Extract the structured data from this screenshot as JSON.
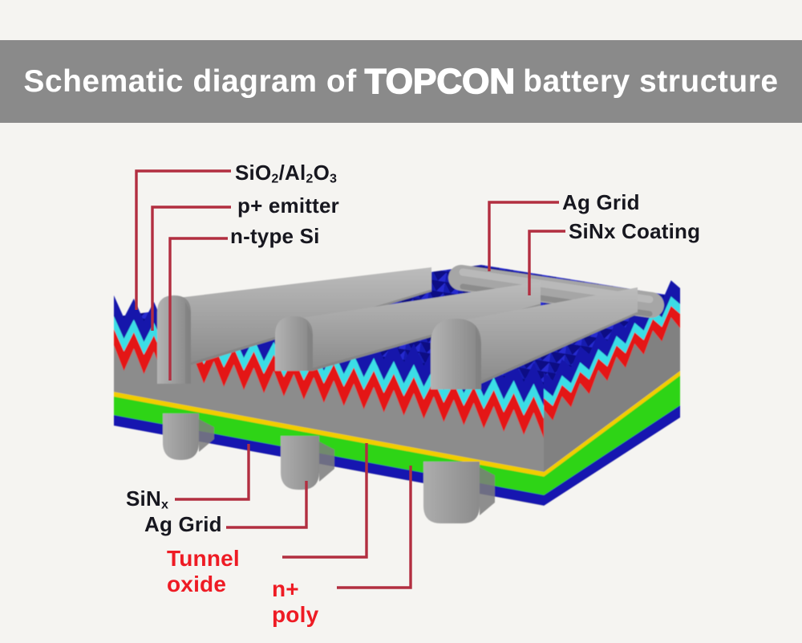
{
  "title_banner": {
    "prefix": "Schematic diagram of",
    "highlight": "TOPCON",
    "suffix": "battery structure"
  },
  "callouts": {
    "sio2_al2o3": {
      "segments": [
        {
          "t": "SiO"
        },
        {
          "t": "2",
          "sub": true
        },
        {
          "t": "/Al"
        },
        {
          "t": "2",
          "sub": true
        },
        {
          "t": "O"
        },
        {
          "t": "3",
          "sub": true
        }
      ]
    },
    "p_emitter": {
      "text": "p+ emitter"
    },
    "n_type_si": {
      "text": "n-type Si"
    },
    "ag_grid_top": {
      "text": "Ag Grid"
    },
    "sinx_coating": {
      "text": "SiNx Coating"
    },
    "sinx_rear": {
      "segments": [
        {
          "t": "SiN"
        },
        {
          "t": "x",
          "sub": true
        }
      ]
    },
    "ag_grid_rear": {
      "text": "Ag Grid"
    },
    "tunnel_oxide": {
      "lines": [
        "Tunnel",
        "oxide"
      ]
    },
    "n_plus_poly": {
      "lines": [
        "n+",
        "poly"
      ]
    }
  },
  "colors": {
    "page_bg": "#f5f4f1",
    "banner_bg": "#8a8a8a",
    "banner_text": "#ffffff",
    "label_dark": "#17171f",
    "label_red": "#ee1b24",
    "leader": "#b22e40",
    "texture_blue_dark": "#0a0d84",
    "texture_blue_light": "#262bd0",
    "texture_blue_mid": "#181cb0",
    "front_band_blue": "#1217ab",
    "front_band_cyan": "#3adde6",
    "front_band_red": "#e41515",
    "silicon_gray": "#8c8c8c",
    "silicon_gray_dark": "#818181",
    "tunnel_oxide_yellow": "#f1cd00",
    "n_poly_green": "#2ed414",
    "rear_sinx_blue": "#1414b0",
    "ag_grid_gray": "#a6a6a6",
    "ag_grid_light": "#bdbdbd",
    "ag_grid_dark": "#7f7f7f"
  }
}
